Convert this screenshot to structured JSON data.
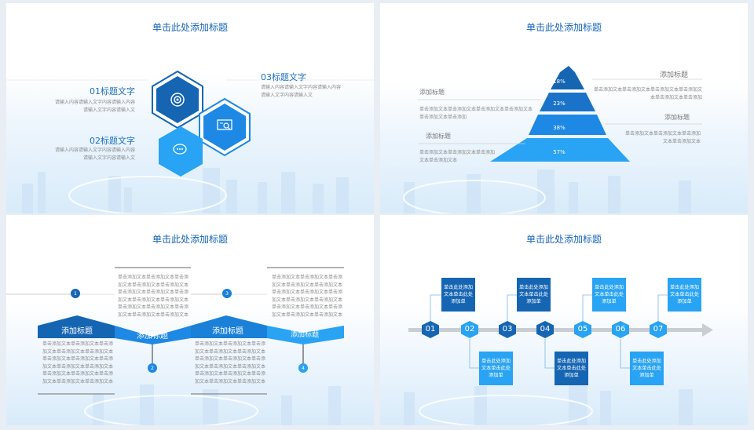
{
  "slide_title": "单击此处添加标题",
  "s1": {
    "item1_title": "01标题文字",
    "item1_text": "请输入内容请输入文字内容请输入内容请输入文字内容请输入文",
    "item2_title": "02标题文字",
    "item2_text": "请输入内容请输入文字内容请输入内容请输入文字内容请输入文",
    "item3_title": "03标题文字",
    "item3_text": "请输入内容请输入文字内容请输入内容请输入文字内容请输入文",
    "icons": [
      "target-icon",
      "monitor-search-icon",
      "chat-icon"
    ],
    "colors": {
      "dark": "#1565b3",
      "mid": "#1e88e5",
      "light": "#29a3f3"
    }
  },
  "s2": {
    "levels": [
      "18%",
      "23%",
      "38%",
      "57%"
    ],
    "left_heading_1": "添加标题",
    "left_text_1": "单击添加文本单击添加文本单击添加文本单击添加文本单击添加文本单击添加",
    "left_heading_2": "添加标题",
    "left_text_2": "单击添加文本单击添加文本单击添加文本单击添加文本",
    "right_heading_1": "添加标题",
    "right_text_1": "单击添加文本单击添加文本单击添加文本单击添加文本单击添加文本单击添加",
    "right_heading_2": "添加标题",
    "right_text_2": "单击添加文本单击添加文本单击添加文本单击添加文本"
  },
  "s3": {
    "bands": [
      "添加标题",
      "添加标题",
      "添加标题",
      "添加标题"
    ],
    "numbers": [
      "1",
      "2",
      "3",
      "4"
    ],
    "text_block": "单击添加文本单击添加文本单击添加文本单击添加文本单击添加文本单击添加文本单击添加文本单击添加文本单击添加文本单击添加文本单击添加文本单击添加文本单击添加文本单击添加文本单击添加文本"
  },
  "s4": {
    "nodes": [
      "01",
      "02",
      "03",
      "04",
      "05",
      "06",
      "07"
    ],
    "box_text": "单击此处添加文本单击此处添加单"
  }
}
